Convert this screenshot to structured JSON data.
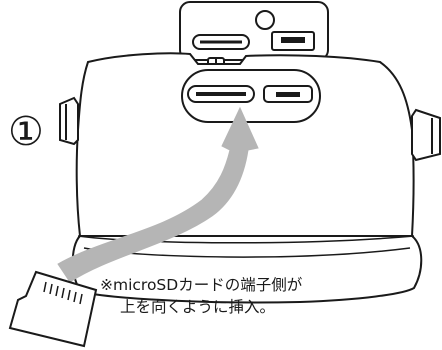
{
  "step": {
    "number": "①"
  },
  "caption": {
    "line1": "※microSDカードの端子側が",
    "line2": "上を向くように挿入。"
  },
  "colors": {
    "line": "#1a1a1a",
    "arrow_fill": "#b5b5b5",
    "background": "#ffffff"
  },
  "icons": {
    "device": "bag-device-illustration",
    "card": "microsd-card-icon",
    "arrow": "insert-arrow-icon"
  }
}
